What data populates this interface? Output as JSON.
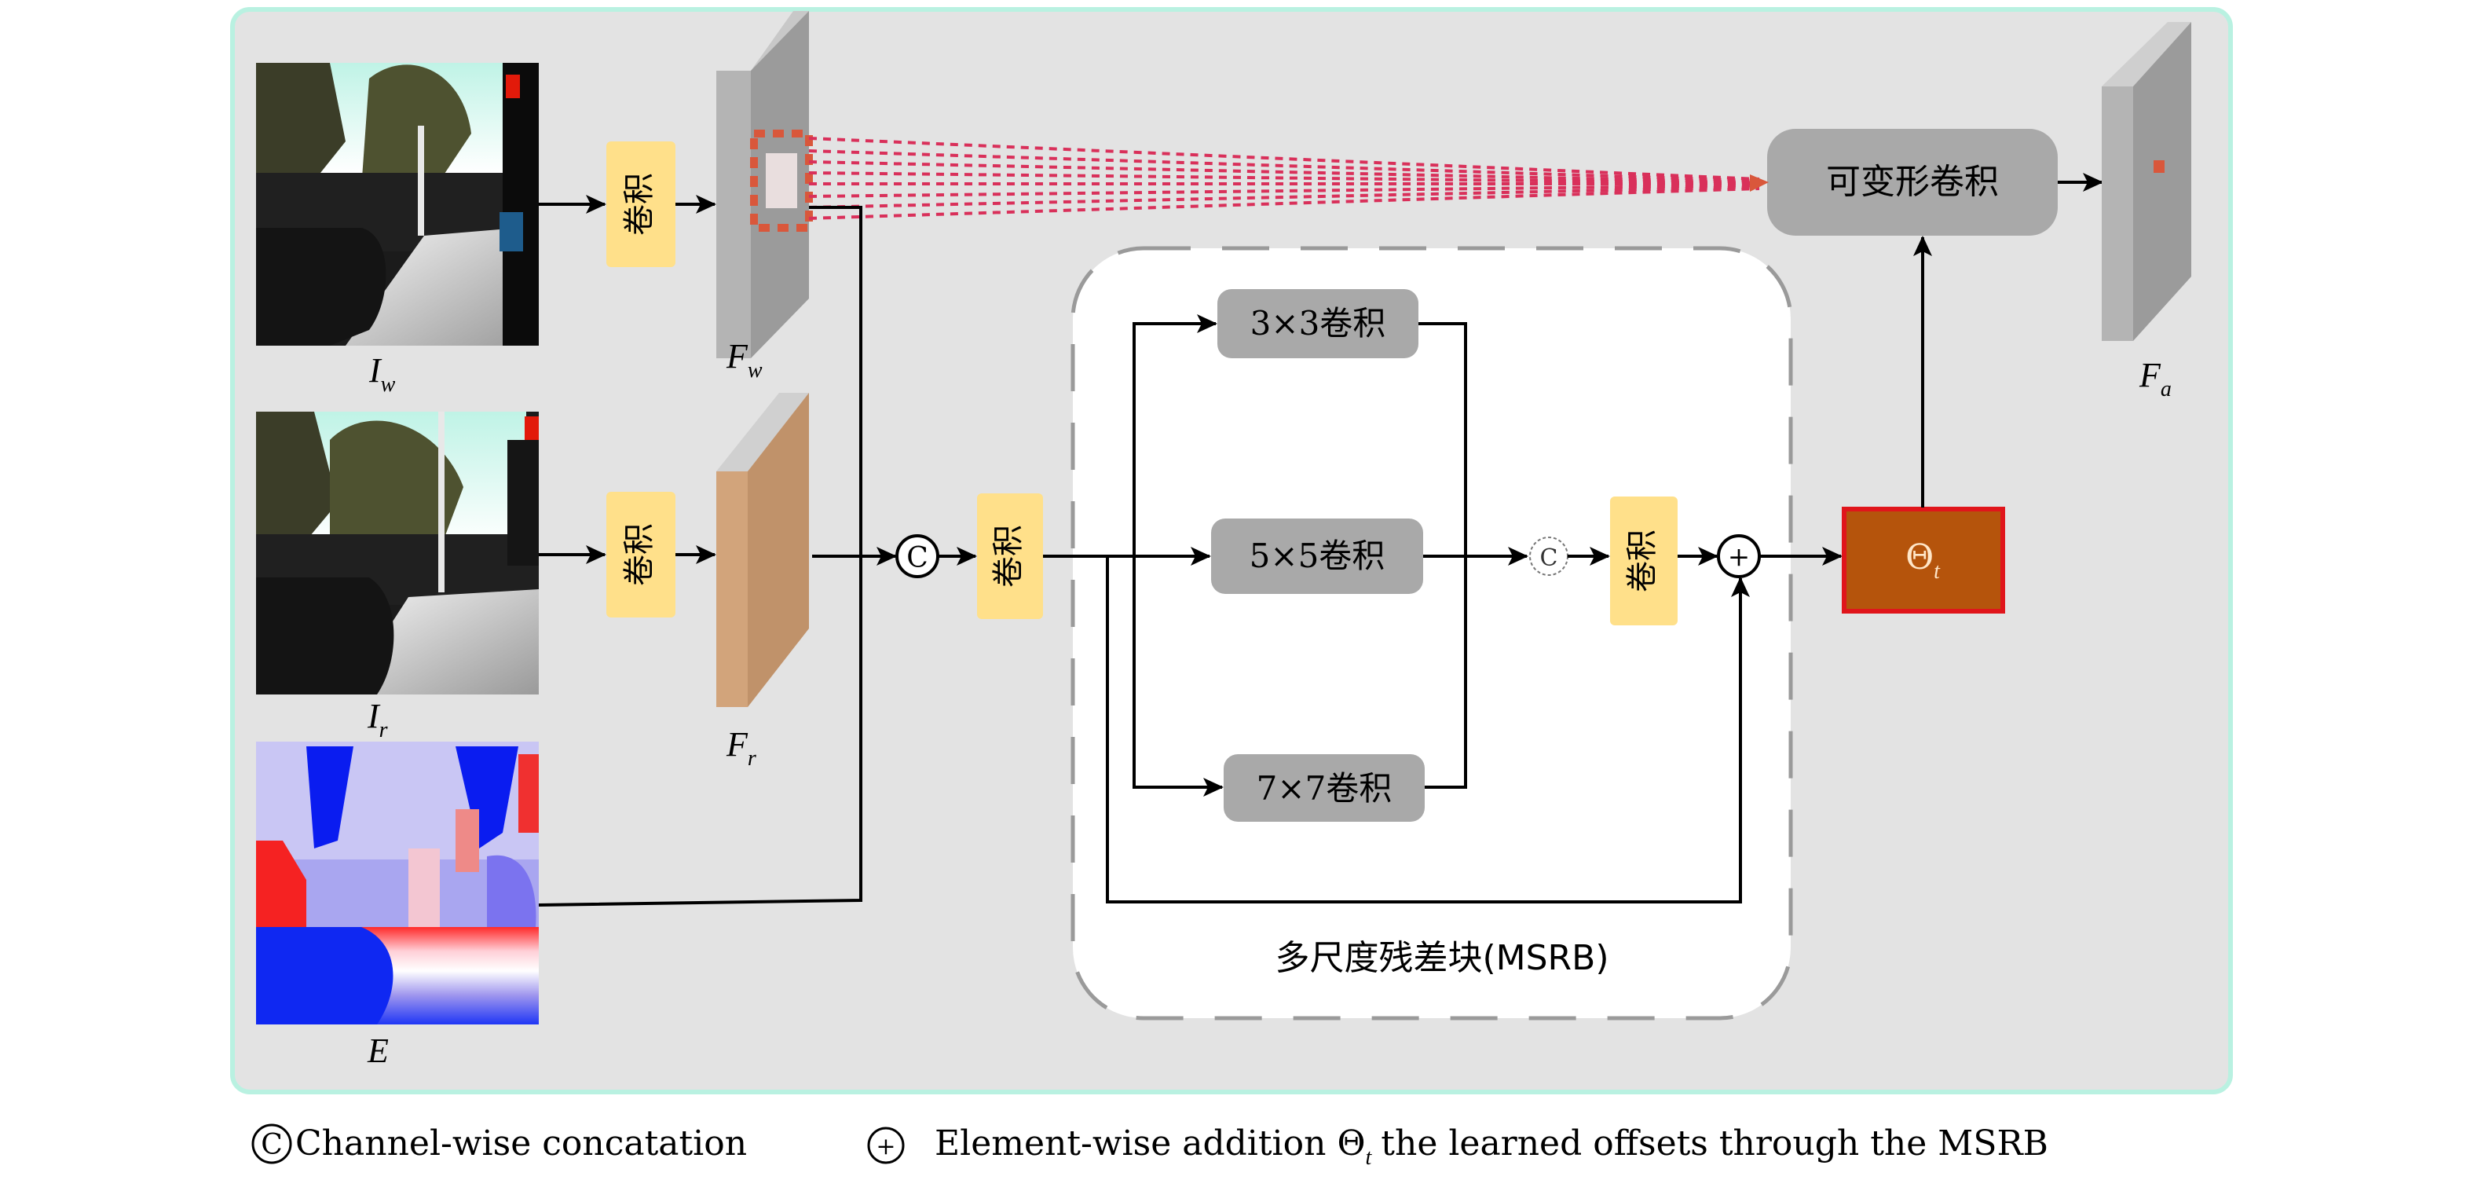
{
  "diagram": {
    "inputs": [
      {
        "id": "Iw",
        "label_main": "I",
        "label_sub": "w",
        "kind": "warped-image"
      },
      {
        "id": "Ir",
        "label_main": "I",
        "label_sub": "r",
        "kind": "reference-image"
      },
      {
        "id": "E",
        "label_main": "E",
        "label_sub": "",
        "kind": "error-map"
      }
    ],
    "conv_label": "卷积",
    "features": {
      "Fw": {
        "label_main": "F",
        "label_sub": "w"
      },
      "Fr": {
        "label_main": "F",
        "label_sub": "r"
      },
      "Fa": {
        "label_main": "F",
        "label_sub": "a"
      }
    },
    "concat_symbol": "C",
    "add_symbol": "+",
    "deformable_conv_label": "可变形卷积",
    "msrb": {
      "title": "多尺度残差块(MSRB)",
      "branches": [
        {
          "label": "3×3卷积"
        },
        {
          "label": "5×5卷积"
        },
        {
          "label": "7×7卷积"
        }
      ]
    },
    "offsets": {
      "label_main": "Θ",
      "label_sub": "t"
    },
    "colors": {
      "panel_bg": "#e3e3e3",
      "panel_border": "#b9f1e1",
      "conv_box": "#ffe08a",
      "gray_block": "#a9a9a9",
      "fr_front": "#d2a47b",
      "fr_side": "#c0926a",
      "offsets_fill": "#b5540c",
      "offsets_border": "#e0151b",
      "sampling_lines": "#d9305a"
    }
  },
  "legend": {
    "concat_symbol": "C",
    "concat_text": "Channel-wise concatation",
    "add_symbol": "+",
    "add_text": "Element-wise addition",
    "offsets_main": "Θ",
    "offsets_sub": "t",
    "offsets_text": "the learned offsets through the MSRB"
  }
}
